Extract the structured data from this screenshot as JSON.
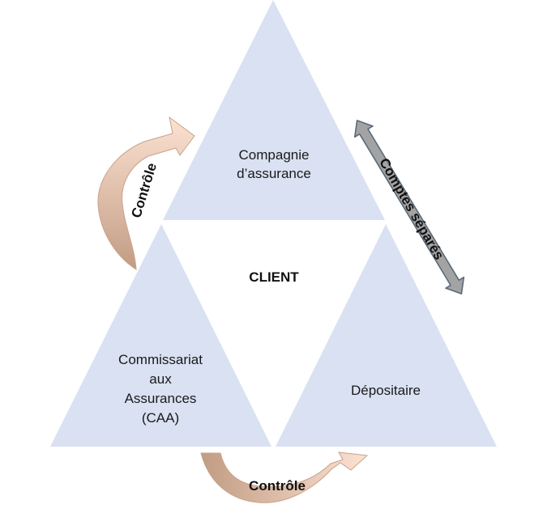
{
  "center_label": "CLIENT",
  "nodes": {
    "top": {
      "lines": [
        "Compagnie",
        "d’assurance"
      ]
    },
    "left": {
      "lines": [
        "Commissariat",
        "aux",
        "Assurances",
        "(CAA)"
      ]
    },
    "right": {
      "lines": [
        "Dépositaire"
      ]
    }
  },
  "arrows": {
    "left_control": "Contrôle",
    "bottom_control": "Contrôle",
    "separate_accounts": "Comptes séparés"
  },
  "colors": {
    "triangle_fill": "#d9e1f2",
    "control_arrow_light": "#fbe1d1",
    "control_arrow_dark": "#c4a089",
    "control_arrow_stroke": "#c8a28c",
    "accounts_arrow_fill": "#a3a3a3",
    "accounts_arrow_stroke": "#5a6a7a"
  }
}
